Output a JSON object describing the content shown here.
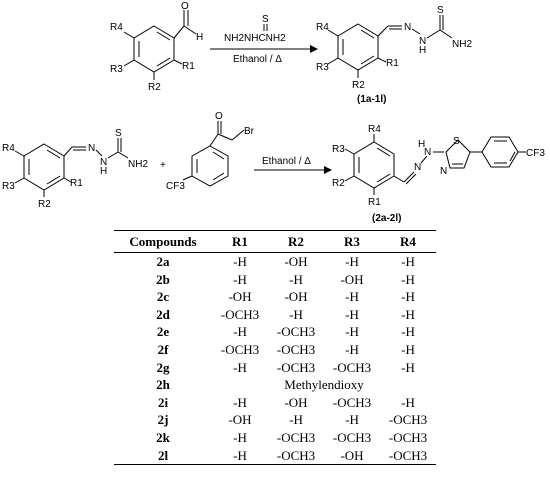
{
  "scheme1": {
    "labels": {
      "r1": "R1",
      "r2": "R2",
      "r3": "R3",
      "r4": "R4",
      "h": "H",
      "o": "O",
      "s": "S",
      "n": "N",
      "h_small": "H",
      "nh2": "NH2",
      "br": "Br",
      "cf3": "CF3"
    },
    "reagent": "NH2NHCNH2",
    "condition": "Ethanol / Δ",
    "product_label": "(1a-1l)"
  },
  "scheme2": {
    "plus": "+",
    "condition": "Ethanol / Δ",
    "product_label": "(2a-2l)",
    "thiazole_s": "S",
    "thiazole_n": "N"
  },
  "table": {
    "headers": [
      "Compounds",
      "R1",
      "R2",
      "R3",
      "R4"
    ],
    "rows": [
      [
        "2a",
        "-H",
        "-OH",
        "-H",
        "-H"
      ],
      [
        "2b",
        "-H",
        "-H",
        "-OH",
        "-H"
      ],
      [
        "2c",
        "-OH",
        "-OH",
        "-H",
        "-H"
      ],
      [
        "2d",
        "-OCH3",
        "-H",
        "-H",
        "-H"
      ],
      [
        "2e",
        "-H",
        "-OCH3",
        "-H",
        "-H"
      ],
      [
        "2f",
        "-OCH3",
        "-OCH3",
        "-H",
        "-H"
      ],
      [
        "2g",
        "-H",
        "-OCH3",
        "-OCH3",
        "-H"
      ],
      [
        "2h",
        "Methylendioxy"
      ],
      [
        "2i",
        "-H",
        "-OH",
        "-OCH3",
        "-H"
      ],
      [
        "2j",
        "-OH",
        "-H",
        "-H",
        "-OCH3"
      ],
      [
        "2k",
        "-H",
        "-OCH3",
        "-OCH3",
        "-OCH3"
      ],
      [
        "2l",
        "-H",
        "-OCH3",
        "-OH",
        "-OCH3"
      ]
    ]
  }
}
